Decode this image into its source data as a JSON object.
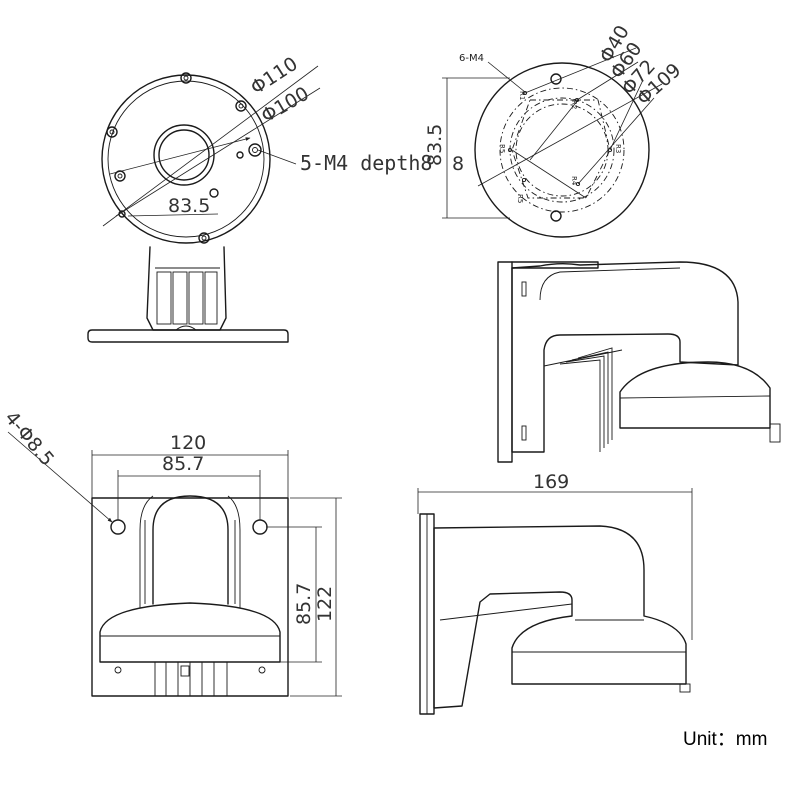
{
  "views": {
    "top_left": {
      "d110": "Φ110",
      "d100": "Φ100",
      "d83_5": "83.5",
      "holes_note": "5-M4 depth8"
    },
    "top_right": {
      "holes_6m4": "6-M4",
      "d40": "Φ40",
      "d60": "Φ60",
      "d72": "Φ72",
      "d109": "Φ109",
      "vdim_83_5": "83.5",
      "vdim_8": "8",
      "pcd_labels": [
        "R1",
        "R2",
        "R3",
        "R4",
        "R5",
        "R5"
      ]
    },
    "bottom_left": {
      "holes": "4-Φ8.5",
      "w120": "120",
      "w85_7": "85.7",
      "h85_7": "85.7",
      "h122": "122"
    },
    "bottom_right": {
      "w169": "169"
    }
  },
  "unit": "Unit：mm"
}
